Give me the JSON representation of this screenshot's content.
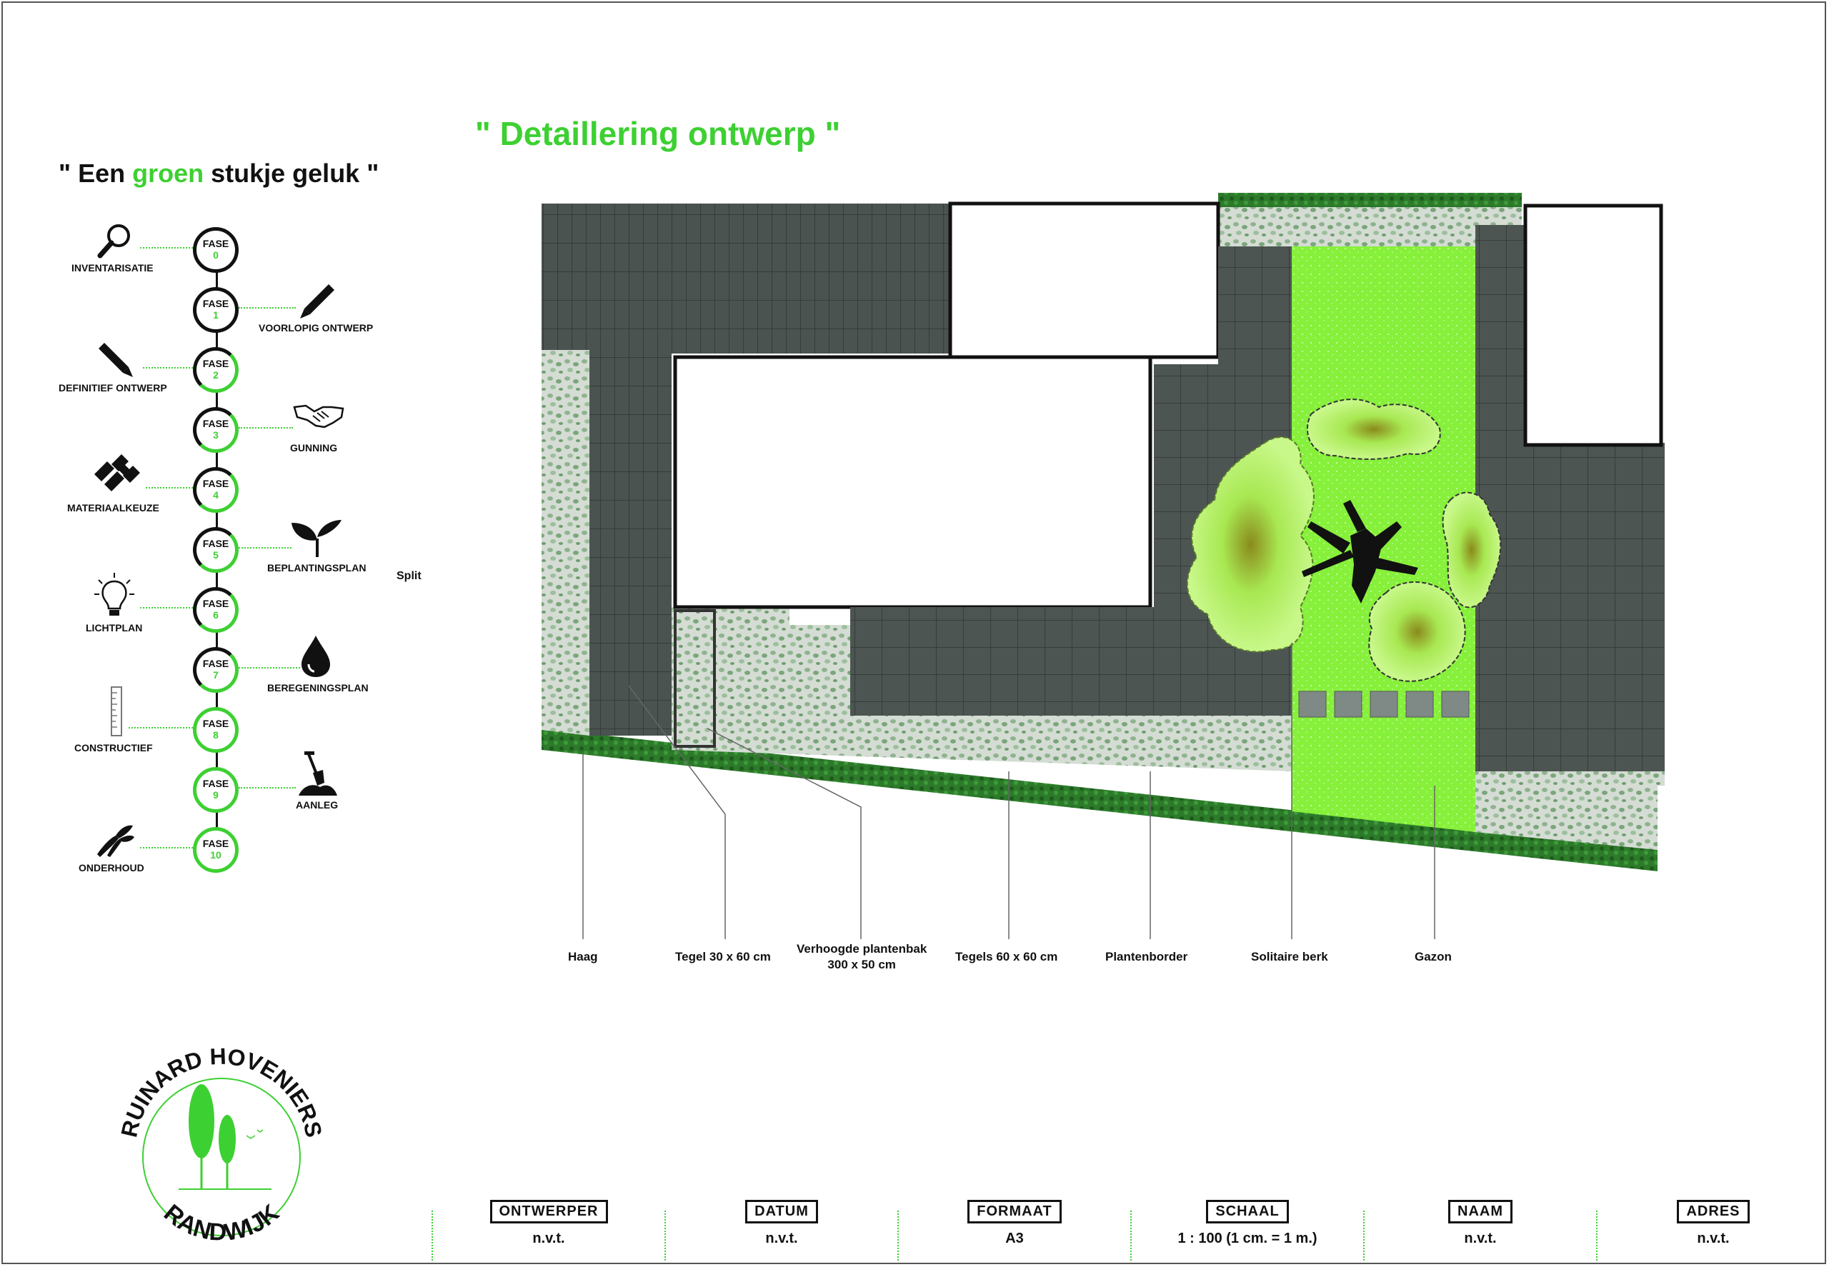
{
  "title": "\" Detaillering ontwerp \"",
  "slogan": {
    "pre": "\" Een ",
    "highlight": "groen",
    "post": " stukje geluk \""
  },
  "phases": [
    {
      "label": "FASE",
      "number": "0",
      "name": "INVENTARISATIE",
      "icon": "magnifier-icon"
    },
    {
      "label": "FASE",
      "number": "1",
      "name": "VOORLOPIG ONTWERP",
      "icon": "pen-icon"
    },
    {
      "label": "FASE",
      "number": "2",
      "name": "DEFINITIEF ONTWERP",
      "icon": "pen-icon"
    },
    {
      "label": "FASE",
      "number": "3",
      "name": "GUNNING",
      "icon": "handshake-icon"
    },
    {
      "label": "FASE",
      "number": "4",
      "name": "MATERIAALKEUZE",
      "icon": "paving-icon"
    },
    {
      "label": "FASE",
      "number": "5",
      "name": "BEPLANTINGSPLAN",
      "icon": "sprout-icon"
    },
    {
      "label": "FASE",
      "number": "6",
      "name": "LICHTPLAN",
      "icon": "lightbulb-icon"
    },
    {
      "label": "FASE",
      "number": "7",
      "name": "BEREGENINGSPLAN",
      "icon": "water-drop-icon"
    },
    {
      "label": "FASE",
      "number": "8",
      "name": "CONSTRUCTIEF",
      "icon": "ruler-icon"
    },
    {
      "label": "FASE",
      "number": "9",
      "name": "AANLEG",
      "icon": "shovel-icon"
    },
    {
      "label": "FASE",
      "number": "10",
      "name": "ONDERHOUD",
      "icon": "pruner-icon"
    }
  ],
  "split_label": "Split",
  "plan_labels": [
    {
      "text": "Haag"
    },
    {
      "text": "Tegel 30 x 60 cm"
    },
    {
      "text": "Verhoogde plantenbak\n300 x 50 cm"
    },
    {
      "text": "Tegels 60 x 60 cm"
    },
    {
      "text": "Plantenborder"
    },
    {
      "text": "Solitaire berk"
    },
    {
      "text": "Gazon"
    }
  ],
  "logo": {
    "top_text": "RUINARD HOVENIERS",
    "bottom_text": "RANDWIJK"
  },
  "footer": [
    {
      "head": "ONTWERPER",
      "value": "n.v.t."
    },
    {
      "head": "DATUM",
      "value": "n.v.t."
    },
    {
      "head": "FORMAAT",
      "value": "A3"
    },
    {
      "head": "SCHAAL",
      "value": "1 : 100 (1 cm. = 1 m.)"
    },
    {
      "head": "NAAM",
      "value": "n.v.t."
    },
    {
      "head": "ADRES",
      "value": "n.v.t."
    }
  ],
  "colors": {
    "accent_green": "#3dd032",
    "lawn": "#86f03a",
    "paving": "#4a5350",
    "hedge": "#2c7a2a",
    "border_planting": "#c9d8c9"
  }
}
